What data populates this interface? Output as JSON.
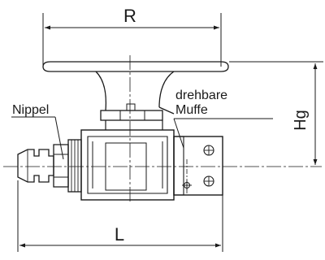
{
  "labels": {
    "top_dimension": "R",
    "right_dimension": "Hg",
    "bottom_dimension": "L",
    "left_part": "Nippel",
    "right_part_line1": "drehbare",
    "right_part_line2": "Muffe"
  }
}
